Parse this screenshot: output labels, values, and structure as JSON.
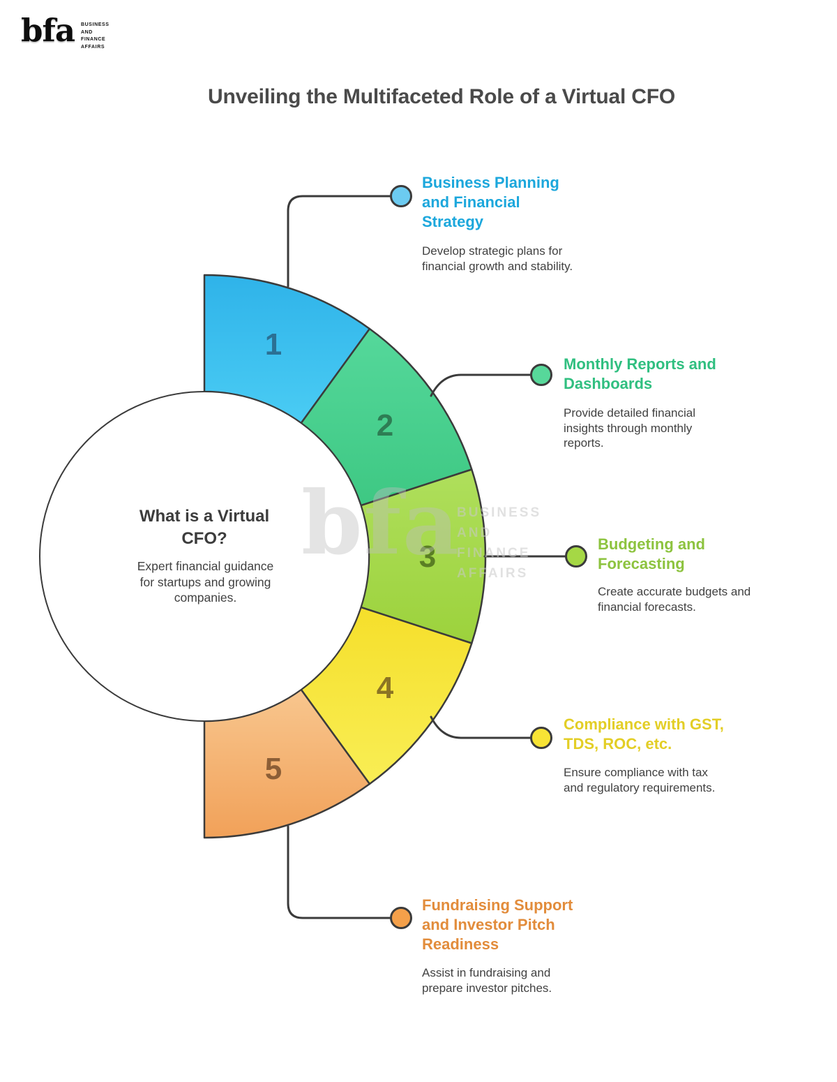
{
  "logo": {
    "wordmark": "bfa",
    "tagline_lines": [
      "BUSINESS",
      "AND",
      "FINANCE",
      "AFFAIRS"
    ]
  },
  "title": "Unveiling the Multifaceted Role of a Virtual CFO",
  "center_circle": {
    "heading": "What is a Virtual CFO?",
    "description": "Expert financial guidance for startups and growing companies."
  },
  "watermark": {
    "wordmark": "bfa",
    "lines": [
      "BUSINESS",
      "AND",
      "FINANCE",
      "AFFAIRS"
    ]
  },
  "colors": {
    "outline": "#3B3B3B",
    "title_text": "#4A4A4A",
    "body_text": "#414141",
    "background": "#FFFFFF"
  },
  "segments": [
    {
      "number": "1",
      "heading": "Business Planning and Financial Strategy",
      "description": "Develop strategic plans for financial growth and stability.",
      "heading_color": "#1CA7DC",
      "dot_color": "#6CCBF1",
      "number_color": "#2B7094",
      "gradient": [
        "#2FB3E9",
        "#4ACCF4"
      ]
    },
    {
      "number": "2",
      "heading": "Monthly Reports and Dashboards",
      "description": "Provide detailed financial insights through monthly reports.",
      "heading_color": "#30BF80",
      "dot_color": "#57D89A",
      "number_color": "#2E7D54",
      "gradient": [
        "#55D89B",
        "#3EC883"
      ]
    },
    {
      "number": "3",
      "heading": "Budgeting and Forecasting",
      "description": "Create accurate budgets and financial forecasts.",
      "heading_color": "#8DC33F",
      "dot_color": "#A5D845",
      "number_color": "#5A7E24",
      "gradient": [
        "#AFDF5C",
        "#9CD23C"
      ]
    },
    {
      "number": "4",
      "heading": "Compliance with GST, TDS, ROC, etc.",
      "description": "Ensure compliance with tax and regulatory requirements.",
      "heading_color": "#E3CE26",
      "dot_color": "#F7E335",
      "number_color": "#8B7424",
      "gradient": [
        "#F5DF2B",
        "#F9EE55"
      ]
    },
    {
      "number": "5",
      "heading": "Fundraising Support and Investor Pitch Readiness",
      "description": "Assist in fundraising and prepare investor pitches.",
      "heading_color": "#E28C3B",
      "dot_color": "#F4A04A",
      "number_color": "#8C5E36",
      "gradient": [
        "#F8C68E",
        "#F1A159"
      ]
    }
  ]
}
